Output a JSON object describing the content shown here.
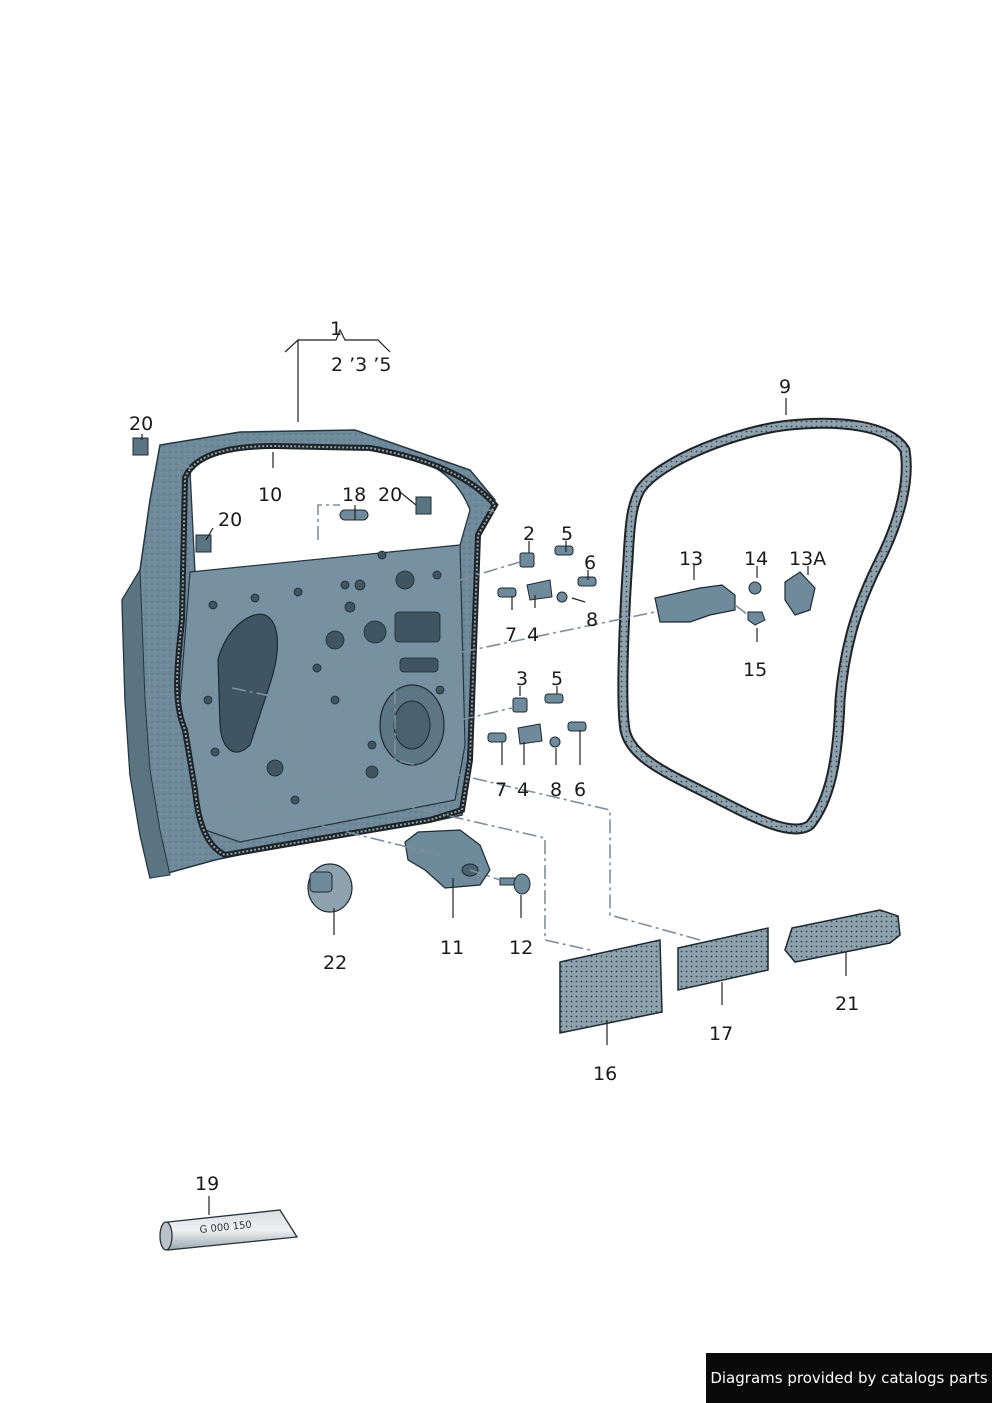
{
  "callouts": {
    "p1": "1",
    "p1_sub": "2 ’3 ’5",
    "p2a": "2",
    "p3": "3",
    "p4a": "4",
    "p4b": "4",
    "p5a": "5",
    "p5b": "5",
    "p6a": "6",
    "p6b": "6",
    "p7a": "7",
    "p7b": "7",
    "p8a": "8",
    "p8b": "8",
    "p9": "9",
    "p10": "10",
    "p11": "11",
    "p12": "12",
    "p13": "13",
    "p13a": "13A",
    "p14": "14",
    "p15": "15",
    "p16": "16",
    "p17": "17",
    "p18": "18",
    "p19": "19",
    "p20a": "20",
    "p20b": "20",
    "p20c": "20",
    "p21": "21",
    "p22": "22"
  },
  "tube_label": "G 000 150",
  "footer": {
    "text": "Diagrams provided by catalogs parts"
  },
  "colors": {
    "door_body": "#6f8a9a",
    "door_dark": "#3f5562",
    "seal": "#2b2f33",
    "pad": "#8ea2ae",
    "footer_bg": "#0a0a0a"
  }
}
